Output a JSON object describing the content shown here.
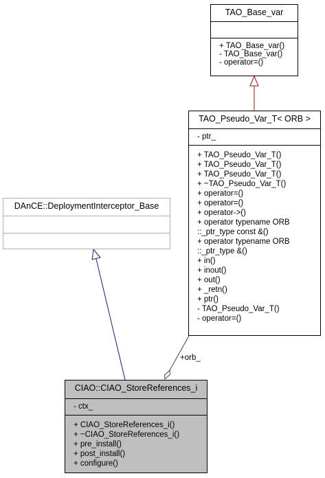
{
  "classes": {
    "tao_base_var": {
      "name": "TAO_Base_var",
      "attributes": [],
      "methods": [
        "+ TAO_Base_var()",
        "- TAO_Base_var()",
        "- operator=()"
      ]
    },
    "tao_pseudo_var": {
      "name": "TAO_Pseudo_Var_T< ORB >",
      "attributes": [
        "- ptr_"
      ],
      "methods": [
        "+ TAO_Pseudo_Var_T()",
        "+ TAO_Pseudo_Var_T()",
        "+ TAO_Pseudo_Var_T()",
        "+ ~TAO_Pseudo_Var_T()",
        "+ operator=()",
        "+ operator=()",
        "+ operator->()",
        "+ operator typename ORB",
        "::_ptr_type const &()",
        "+ operator typename ORB",
        "::_ptr_type &()",
        "+ in()",
        "+ inout()",
        "+ out()",
        "+ _retn()",
        "+ ptr()",
        "- TAO_Pseudo_Var_T()",
        "- operator=()"
      ]
    },
    "deployment_interceptor": {
      "name": "DAnCE::DeploymentInterceptor_Base",
      "attributes": [],
      "methods": []
    },
    "store_references": {
      "name": "CIAO::CIAO_StoreReferences_i",
      "attributes": [
        "- ctx_"
      ],
      "methods": [
        "+ CIAO_StoreReferences_i()",
        "+ ~CIAO_StoreReferences_i()",
        "+ pre_install()",
        "+ post_install()",
        "+ configure()"
      ]
    }
  },
  "relations": {
    "composition_label": "+orb_"
  },
  "colors": {
    "inherit_from_base_var": "#8b1a1a",
    "inherit_from_interceptor": "#191970",
    "composition": "#404040",
    "highlight_fill": "#bfbfbf",
    "gray_border": "#b0b0b0"
  }
}
